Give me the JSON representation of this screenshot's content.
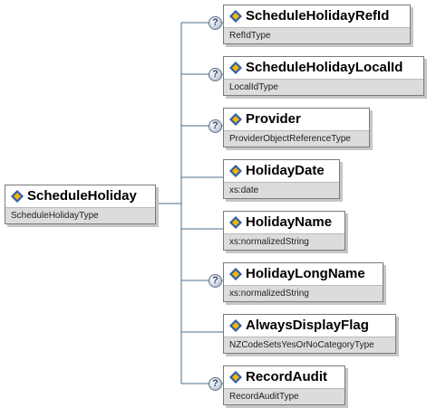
{
  "root": {
    "name": "ScheduleHoliday",
    "type": "ScheduleHolidayType"
  },
  "children": [
    {
      "name": "ScheduleHolidayRefId",
      "type": "RefIdType",
      "optional": true
    },
    {
      "name": "ScheduleHolidayLocalId",
      "type": "LocalIdType",
      "optional": true
    },
    {
      "name": "Provider",
      "type": "ProviderObjectReferenceType",
      "optional": true
    },
    {
      "name": "HolidayDate",
      "type": "xs:date",
      "optional": false
    },
    {
      "name": "HolidayName",
      "type": "xs:normalizedString",
      "optional": false
    },
    {
      "name": "HolidayLongName",
      "type": "xs:normalizedString",
      "optional": true
    },
    {
      "name": "AlwaysDisplayFlag",
      "type": "NZCodeSetsYesOrNoCategoryType",
      "optional": false
    },
    {
      "name": "RecordAudit",
      "type": "RecordAuditType",
      "optional": true
    }
  ],
  "optional_marker": "?",
  "icon": "element-icon",
  "colors": {
    "line": "#4a6f8f",
    "type_band": "#dcdcdc",
    "icon_blue": "#2f5fa8",
    "icon_yellow": "#f2b600"
  }
}
